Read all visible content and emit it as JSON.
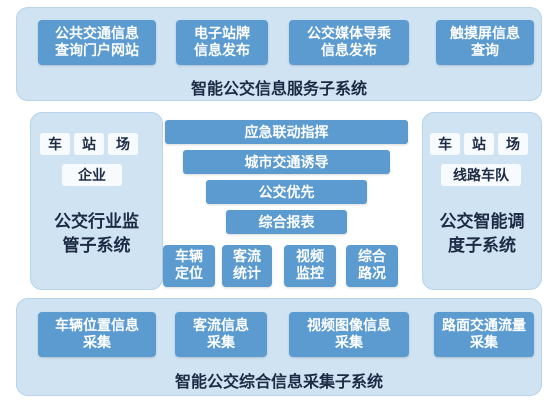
{
  "top": {
    "title": "智能公交信息服务子系统",
    "boxes": [
      "公共交通信息\n查询门户网站",
      "电子站牌\n信息发布",
      "公交媒体导乘\n信息发布",
      "触摸屏信息\n查询"
    ]
  },
  "left": {
    "cells": [
      "车",
      "站",
      "场"
    ],
    "sub": "企业",
    "title": "公交行业监\n管子系统"
  },
  "right": {
    "cells": [
      "车",
      "站",
      "场"
    ],
    "sub": "线路车队",
    "title": "公交智能调\n度子系统"
  },
  "center": {
    "stack": [
      "应急联动指挥",
      "城市交通诱导",
      "公交优先",
      "综合报表"
    ],
    "bottom": [
      "车辆\n定位",
      "客流\n统计",
      "视频\n监控",
      "综合\n路况"
    ]
  },
  "bottom": {
    "boxes": [
      "车辆位置信息\n采集",
      "客流信息\n采集",
      "视频图像信息\n采集",
      "路面交通流量\n采集"
    ],
    "title": "智能公交综合信息采集子系统"
  }
}
